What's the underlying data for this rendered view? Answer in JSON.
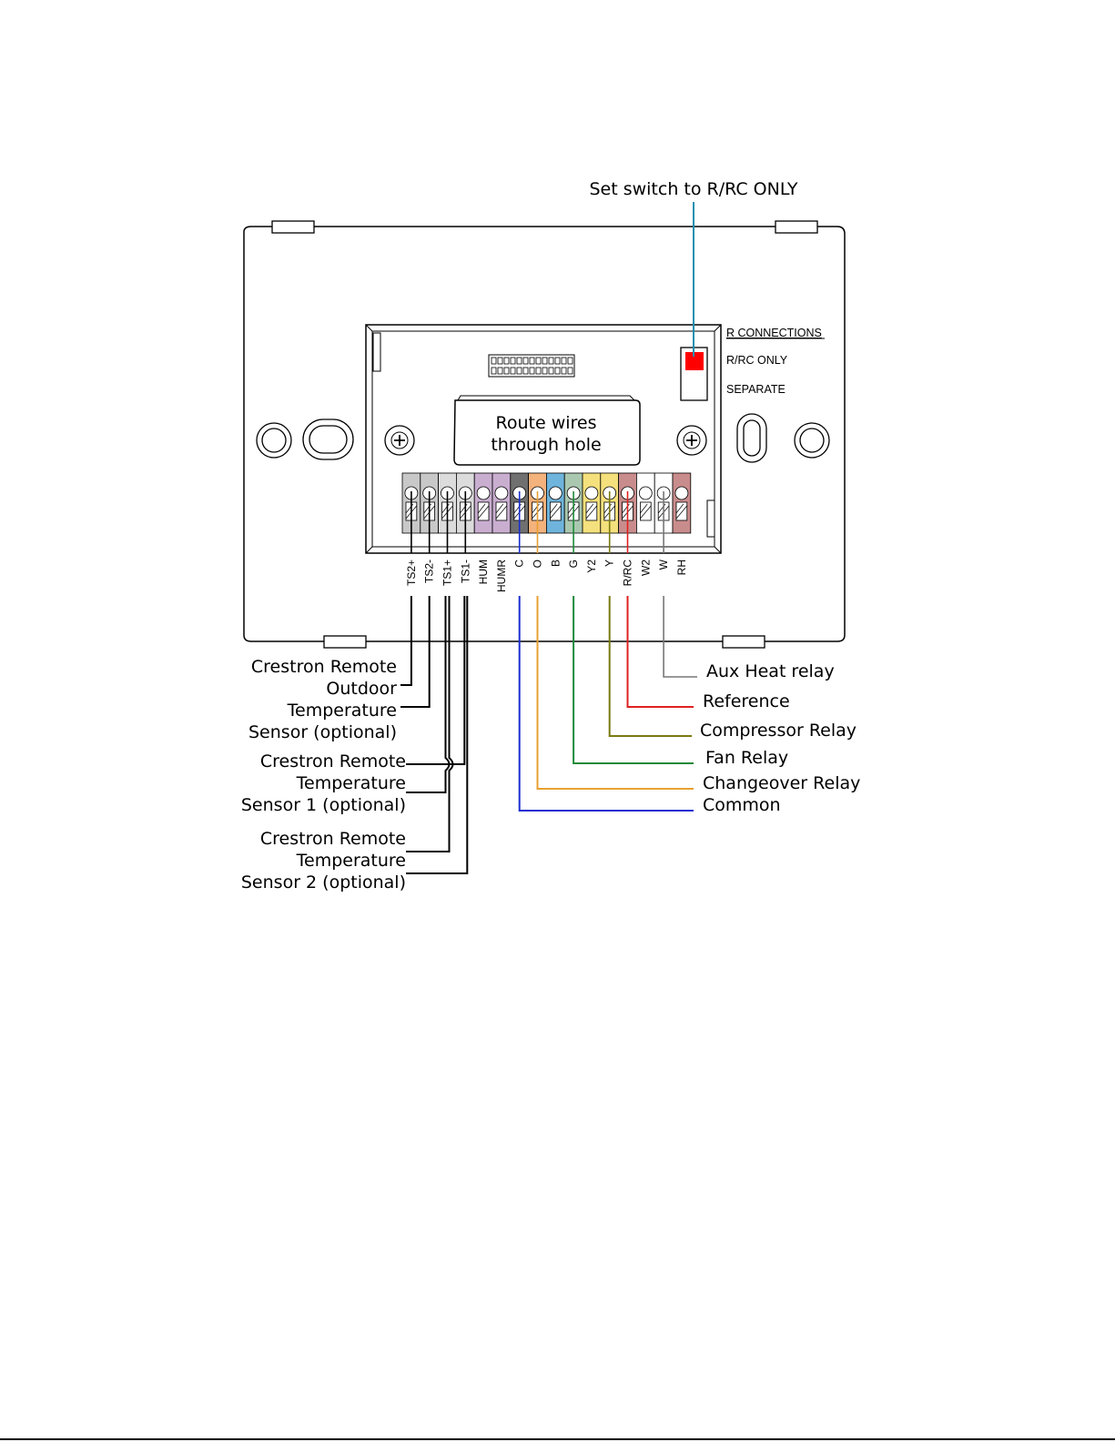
{
  "switch_callout": "Set switch to R/RC ONLY",
  "r_connections": {
    "heading": "R CONNECTIONS",
    "option1": "R/RC ONLY",
    "option2": "SEPARATE"
  },
  "hole_label": [
    "Route wires",
    "through hole"
  ],
  "terminals": [
    {
      "label": "TS2+",
      "color": "#c8c8c8"
    },
    {
      "label": "TS2-",
      "color": "#c8c8c8"
    },
    {
      "label": "TS1+",
      "color": "#dcdcdc"
    },
    {
      "label": "TS1-",
      "color": "#dcdcdc"
    },
    {
      "label": "HUM",
      "color": "#c9aed0"
    },
    {
      "label": "HUMR",
      "color": "#c9aed0"
    },
    {
      "label": "C",
      "color": "#707070"
    },
    {
      "label": "O",
      "color": "#f4b27c"
    },
    {
      "label": "B",
      "color": "#6fb4dc"
    },
    {
      "label": "G",
      "color": "#aac8b0"
    },
    {
      "label": "Y2",
      "color": "#f4e07c"
    },
    {
      "label": "Y",
      "color": "#f4e07c"
    },
    {
      "label": "R/RC",
      "color": "#c98c8c"
    },
    {
      "label": "W2",
      "color": "#ffffff"
    },
    {
      "label": "W",
      "color": "#ffffff"
    },
    {
      "label": "RH",
      "color": "#c98c8c"
    }
  ],
  "left_labels": {
    "outdoor": [
      "Crestron Remote",
      "Outdoor",
      "Temperature",
      "Sensor (optional)"
    ],
    "sensor1": [
      "Crestron Remote",
      "Temperature",
      "Sensor 1 (optional)"
    ],
    "sensor2": [
      "Crestron Remote",
      "Temperature",
      "Sensor 2 (optional)"
    ]
  },
  "right_labels": [
    {
      "text": "Aux Heat relay",
      "color": "#555555"
    },
    {
      "text": "Reference",
      "color": "#e02020"
    },
    {
      "text": "Compressor Relay",
      "color": "#7a7a10"
    },
    {
      "text": "Fan Relay",
      "color": "#1f8a3a"
    },
    {
      "text": "Changeover Relay",
      "color": "#e8a030"
    },
    {
      "text": "Common",
      "color": "#1a2ed0"
    }
  ],
  "colors": {
    "switch_red": "#ff0000",
    "callout_line": "#1b8fb0"
  }
}
